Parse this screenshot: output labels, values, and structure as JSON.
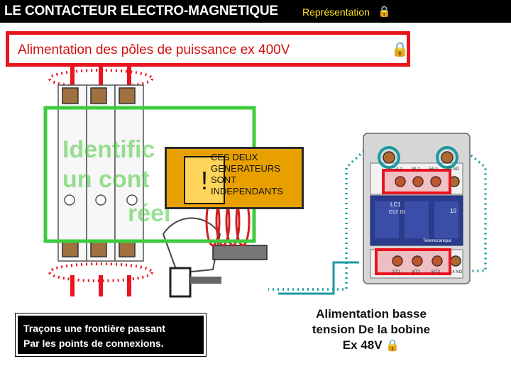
{
  "title": {
    "main": "LE CONTACTEUR ELECTRO-MAGNETIQUE",
    "sub": "Représentation",
    "icon": "lock-icon"
  },
  "power_label": "Alimentation des pôles de puissance ex 400V",
  "ghost_text": [
    "Identific",
    "un cont",
    "réel"
  ],
  "warning": {
    "symbol": "!",
    "lines": [
      "CES DEUX",
      "GENERATEURS",
      "SONT",
      "INDEPENDANTS"
    ]
  },
  "frontier": {
    "line1": "Traçons une frontière passant",
    "line2": "Par les points de connexions."
  },
  "coil_supply": {
    "line1": "Alimentation basse",
    "line2": "tension De la bobine",
    "line3": "Ex 48V"
  },
  "contactor": {
    "model": "LC1",
    "model_sub": "D12 10",
    "module": "10",
    "brand": "Telemecanique",
    "top_terminals": [
      "1/L1",
      "3/L2",
      "5/L3",
      "13 NO"
    ],
    "bottom_terminals": [
      "2/T1",
      "4/T2",
      "6/T3",
      "14 NO"
    ]
  },
  "colors": {
    "accent_red": "#e8141e",
    "frontier_green": "#3dcc3d",
    "dotted_teal": "#1a9aa0",
    "warning_orange": "#e8a000",
    "contactor_blue": "#2b3c8c"
  }
}
